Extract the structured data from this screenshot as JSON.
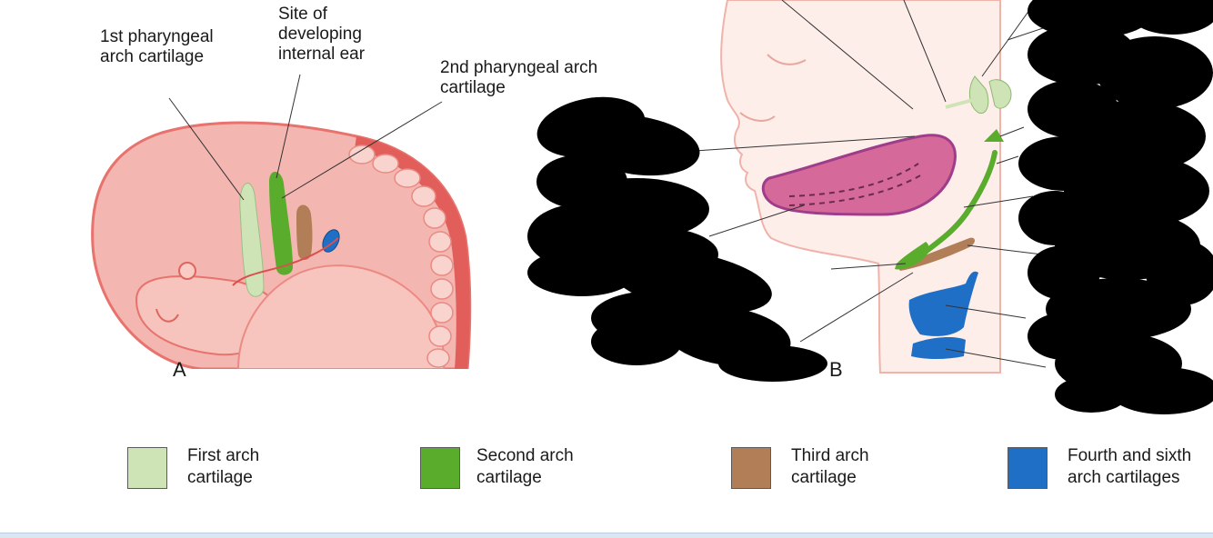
{
  "panel_a": {
    "letter": "A",
    "labels": {
      "first_arch": [
        "1st pharyngeal",
        "arch cartilage"
      ],
      "internal_ear": [
        "Site of",
        "developing",
        "internal ear"
      ],
      "second_arch": [
        "2nd pharyngeal arch",
        "cartilage"
      ]
    }
  },
  "panel_b": {
    "letter": "B"
  },
  "legend": [
    {
      "lines": [
        "First arch",
        "cartilage"
      ],
      "color": "#cfe4b6"
    },
    {
      "lines": [
        "Second arch",
        "cartilage"
      ],
      "color": "#5aac2c"
    },
    {
      "lines": [
        "Third arch",
        "cartilage"
      ],
      "color": "#b27e58"
    },
    {
      "lines": [
        "Fourth and sixth",
        "arch cartilages"
      ],
      "color": "#1f6fc7"
    }
  ],
  "colors": {
    "embryo_skin": "#f4b3ae",
    "embryo_outline": "#e05a57",
    "tongue": "#d56a9a",
    "redaction": "#000000"
  }
}
